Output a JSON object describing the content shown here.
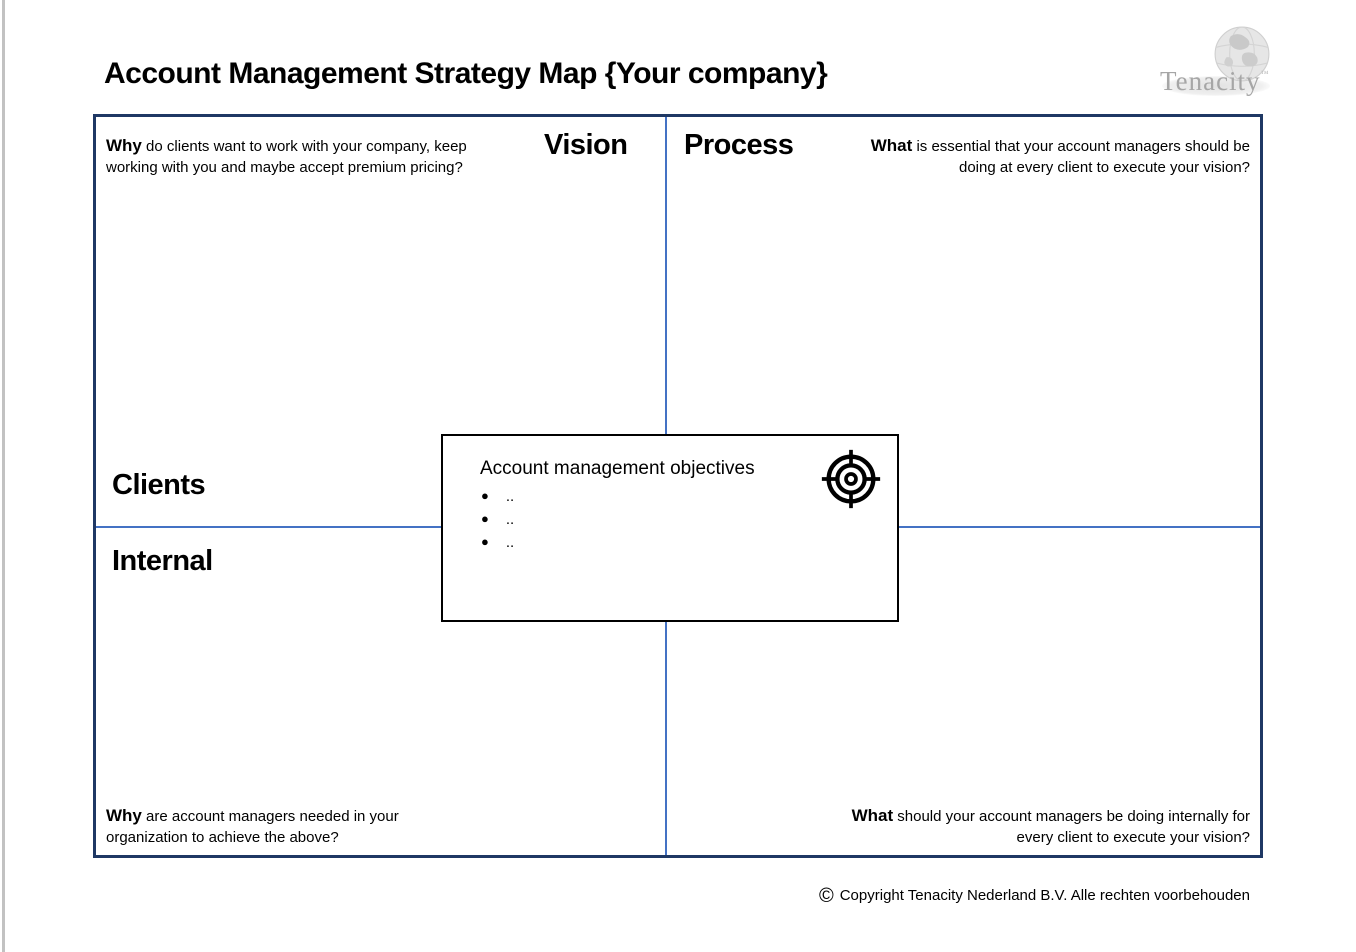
{
  "page": {
    "title": "Account Management Strategy Map {Your company}"
  },
  "logo": {
    "text": "Tenacity",
    "trademark": "™",
    "icon": "globe-icon"
  },
  "quadrants": {
    "top_left": {
      "label": "Vision",
      "axis_label": "Clients",
      "question_lead": "Why",
      "question_rest": " do clients want to work with your company, keep working with you and maybe accept premium pricing?"
    },
    "top_right": {
      "label": "Process",
      "question_lead": "What",
      "question_rest": " is essential that your account managers should be doing at every client to execute your vision?"
    },
    "bottom_left": {
      "axis_label": "Internal",
      "question_lead": "Why",
      "question_rest": " are account managers needed in your organization to achieve the above?"
    },
    "bottom_right": {
      "question_lead": "What",
      "question_rest": " should your account managers be doing internally for every client to execute your vision?"
    }
  },
  "center_box": {
    "title": "Account management objectives",
    "bullet_char": "●",
    "bullets": [
      "..",
      "..",
      ".."
    ],
    "icon": "target-icon"
  },
  "footer": {
    "copyright_symbol": "©",
    "copyright_text": "Copyright Tenacity Nederland B.V. Alle rechten voorbehouden"
  },
  "colors": {
    "outer_border": "#1f3864",
    "divider": "#4472c4",
    "logo_gray": "#a6a6a6"
  }
}
